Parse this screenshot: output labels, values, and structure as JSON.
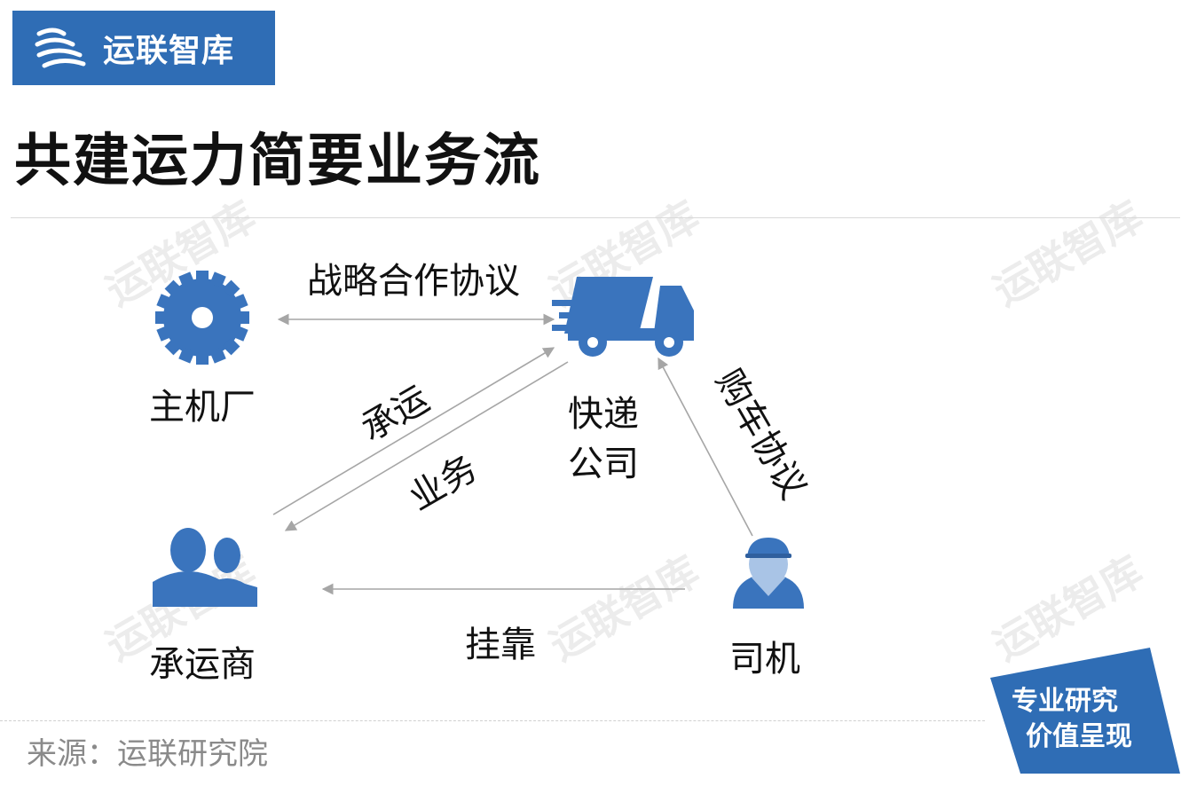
{
  "logo": {
    "text": "运联智库"
  },
  "title": "共建运力简要业务流",
  "watermark": "运联智库",
  "nodes": {
    "oem": "主机厂",
    "express_line1": "快递",
    "express_line2": "公司",
    "carrier": "承运商",
    "driver": "司机"
  },
  "edges": {
    "strategic": "战略合作协议",
    "carry": "承运",
    "business": "业务",
    "purchase": "购车协议",
    "affiliate": "挂靠"
  },
  "badge": {
    "line1": "专业研究",
    "line2": "价值呈现"
  },
  "source": "来源：运联研究院",
  "colors": {
    "brand": "#2f6db5",
    "icon": "#3a74bd",
    "arrow": "#a6a6a6"
  }
}
